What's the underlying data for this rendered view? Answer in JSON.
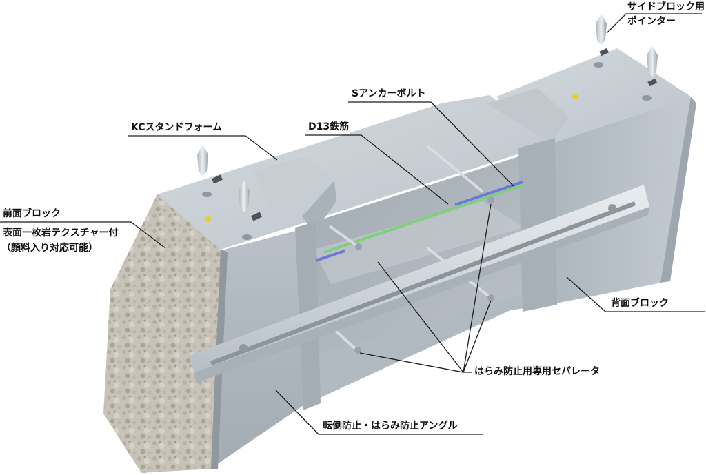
{
  "labels": {
    "side_pointer_line1": "サイドブロック用",
    "side_pointer_line2": "ポインター",
    "s_anchor_bolt": "Sアンカーボルト",
    "d13_rebar": "D13鉄筋",
    "kc_stand_form": "KCスタンドフォーム",
    "front_block": "前面ブロック",
    "front_texture_line1": "表面一枚岩テクスチャー付",
    "front_texture_line2": "（顔料入り対応可能）",
    "back_block": "背面ブロック",
    "separator": "はらみ防止用専用セパレータ",
    "angle": "転倒防止・はらみ防止アングル"
  },
  "colors": {
    "concrete_light": "#c9d0d6",
    "concrete_mid": "#b3bbc3",
    "concrete_dark": "#97a0a9",
    "rebar_green": "#7fd07a",
    "bolt_blue": "#6f78d8",
    "marker_yellow": "#e8d020"
  }
}
